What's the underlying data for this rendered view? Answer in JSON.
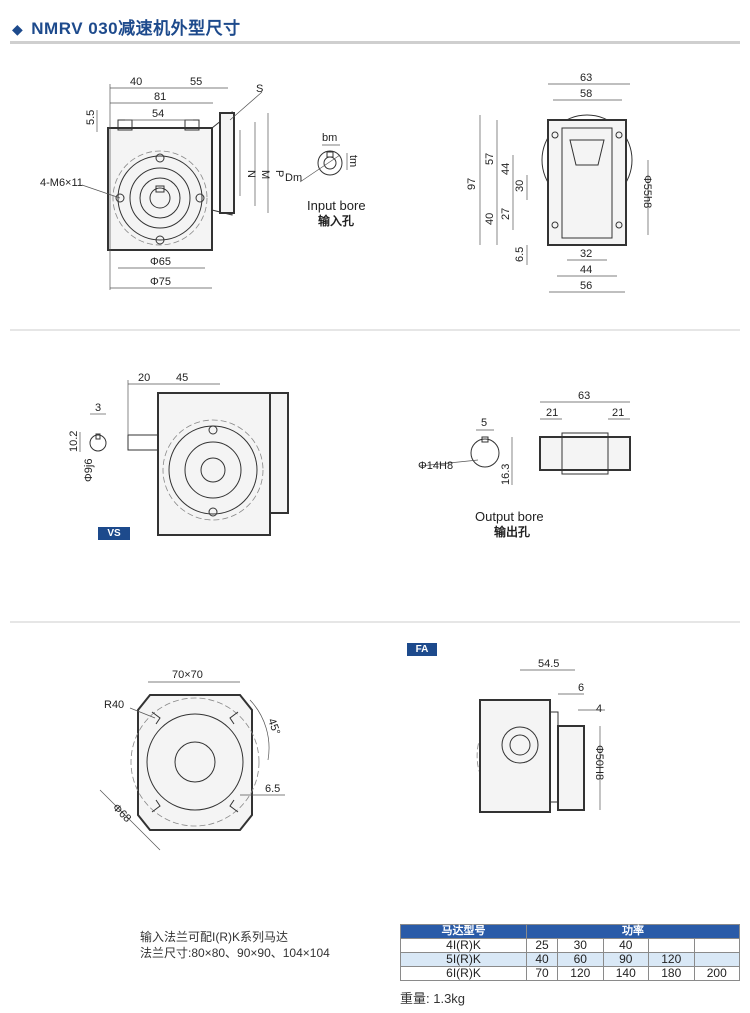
{
  "title": {
    "text": "NMRV 030减速机外型尺寸",
    "bullet": "◆"
  },
  "panel1": {
    "front": {
      "d40": "40",
      "d55": "55",
      "d81": "81",
      "d54": "54",
      "d5_5": "5.5",
      "holes": "4-M6×11",
      "phi65": "Φ65",
      "phi75": "Φ75",
      "s": "S",
      "n": "N",
      "m": "M",
      "p": "P"
    },
    "input_bore": {
      "bm": "bm",
      "tm": "tm",
      "dm": "Dm",
      "label_en": "Input bore",
      "label_cn": "输入孔"
    },
    "side": {
      "d63": "63",
      "d58": "58",
      "d97": "97",
      "d57": "57",
      "d44v": "44",
      "d30": "30",
      "d40": "40",
      "d27": "27",
      "d6_5": "6.5",
      "d32": "32",
      "d44": "44",
      "d56": "56",
      "phi55": "Φ55h8"
    }
  },
  "panel2": {
    "vs": {
      "badge": "VS",
      "d20": "20",
      "d45": "45",
      "d3": "3",
      "d10_2": "10.2",
      "phi9": "Φ9j6"
    },
    "output_bore": {
      "d5": "5",
      "phi14": "Φ14H8",
      "d16_3": "16.3",
      "d63": "63",
      "d21a": "21",
      "d21b": "21",
      "label_en": "Output bore",
      "label_cn": "输出孔"
    }
  },
  "panel3": {
    "flange": {
      "d70": "70×70",
      "r40": "R40",
      "a45": "45°",
      "d6_5": "6.5",
      "phi68": "Φ68"
    },
    "fa": {
      "badge": "FA",
      "d54_5": "54.5",
      "d6": "6",
      "d4": "4",
      "phi50": "Φ50H8"
    }
  },
  "notes": {
    "line1": "输入法兰可配I(R)K系列马达",
    "line2": "法兰尺寸:80×80、90×90、104×104"
  },
  "motor_table": {
    "headers": [
      "马达型号",
      "功率"
    ],
    "rows": [
      {
        "model": "4I(R)K",
        "powers": [
          "25",
          "30",
          "40",
          "",
          ""
        ]
      },
      {
        "model": "5I(R)K",
        "powers": [
          "40",
          "60",
          "90",
          "120",
          ""
        ]
      },
      {
        "model": "6I(R)K",
        "powers": [
          "70",
          "120",
          "140",
          "180",
          "200"
        ]
      }
    ]
  },
  "weight": "重量: 1.3kg",
  "colors": {
    "brand": "#1d4a8c",
    "table_header": "#2a5ba8",
    "row_alt": "#d9e8f6"
  }
}
